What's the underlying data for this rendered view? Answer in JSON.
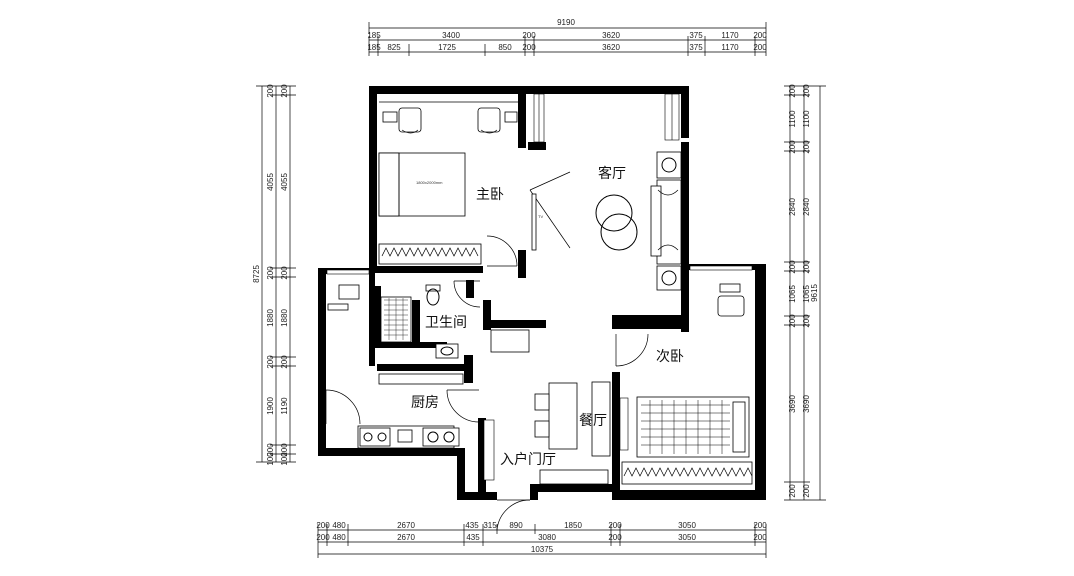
{
  "rooms": {
    "master_bedroom": "主卧",
    "living_room": "客厅",
    "bathroom": "卫生间",
    "second_bedroom": "次卧",
    "kitchen": "厨房",
    "dining_room": "餐厅",
    "entrance_hall": "入户门厅"
  },
  "dimensions": {
    "top_total": "9190",
    "top_row1": [
      "185",
      "3400",
      "200",
      "3620",
      "375",
      "1170",
      "200"
    ],
    "top_row2": [
      "185",
      "825",
      "1725",
      "850",
      "200",
      "3620",
      "375",
      "1170",
      "200"
    ],
    "bottom_row1": [
      "200",
      "480",
      "2670",
      "435",
      "315",
      "890",
      "1850",
      "200",
      "3050",
      "200"
    ],
    "bottom_row2": [
      "200",
      "480",
      "2670",
      "435",
      "3080",
      "200",
      "3050",
      "200"
    ],
    "bottom_total": "10375",
    "left_outer_total": "8725",
    "left_col1": [
      "200",
      "4055",
      "200",
      "1880",
      "200",
      "1900",
      "200",
      "100"
    ],
    "left_col2": [
      "200",
      "4055",
      "200",
      "1880",
      "200",
      "1190",
      "200",
      "100"
    ],
    "right_outer_total": "9615",
    "right_col1": [
      "200",
      "1100",
      "200",
      "2840",
      "200",
      "1065",
      "200",
      "3690",
      "200"
    ],
    "right_col2": [
      "200",
      "1100",
      "200",
      "2840",
      "200",
      "1065",
      "200",
      "3690",
      "200"
    ]
  }
}
